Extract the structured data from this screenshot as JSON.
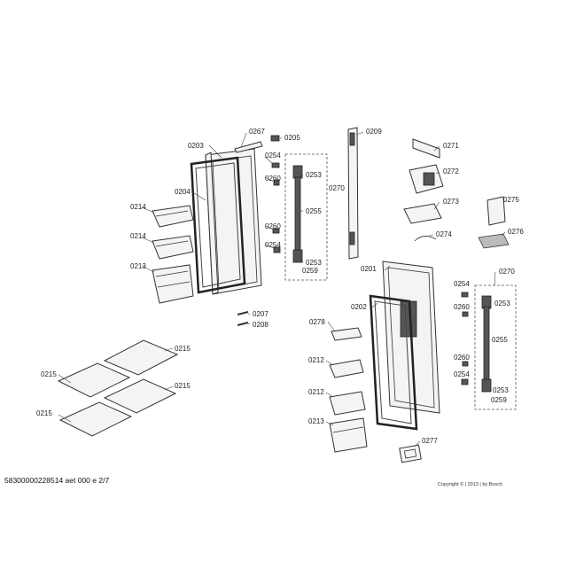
{
  "labels": {
    "l0267": "0267",
    "l0205": "0205",
    "l0203": "0203",
    "l0254a": "0254",
    "l0260a": "0260",
    "l0253a": "0253",
    "l0270a": "0270",
    "l0204": "0204",
    "l0214a": "0214",
    "l0214b": "0214",
    "l0255a": "0255",
    "l0260b": "0260",
    "l0254b": "0254",
    "l0213a": "0213",
    "l0253b": "0253",
    "l0259a": "0259",
    "l0209": "0209",
    "l0271": "0271",
    "l0272": "0272",
    "l0275": "0275",
    "l0273": "0273",
    "l0274": "0274",
    "l0276": "0276",
    "l0201": "0201",
    "l0270b": "0270",
    "l0254c": "0254",
    "l0202": "0202",
    "l0253c": "0253",
    "l0260c": "0260",
    "l0207": "0207",
    "l0208": "0208",
    "l0278": "0278",
    "l0255b": "0255",
    "l0215a": "0215",
    "l0215b": "0215",
    "l0215c": "0215",
    "l0215d": "0215",
    "l0212a": "0212",
    "l0212b": "0212",
    "l0260d": "0260",
    "l0254d": "0254",
    "l0253d": "0253",
    "l0259b": "0259",
    "l0213b": "0213",
    "l0277": "0277"
  },
  "footer": {
    "doc_id": "58300000228514 aet 000 e 2/7",
    "copyright": "Copyright © | 2013 | by Bosch"
  }
}
